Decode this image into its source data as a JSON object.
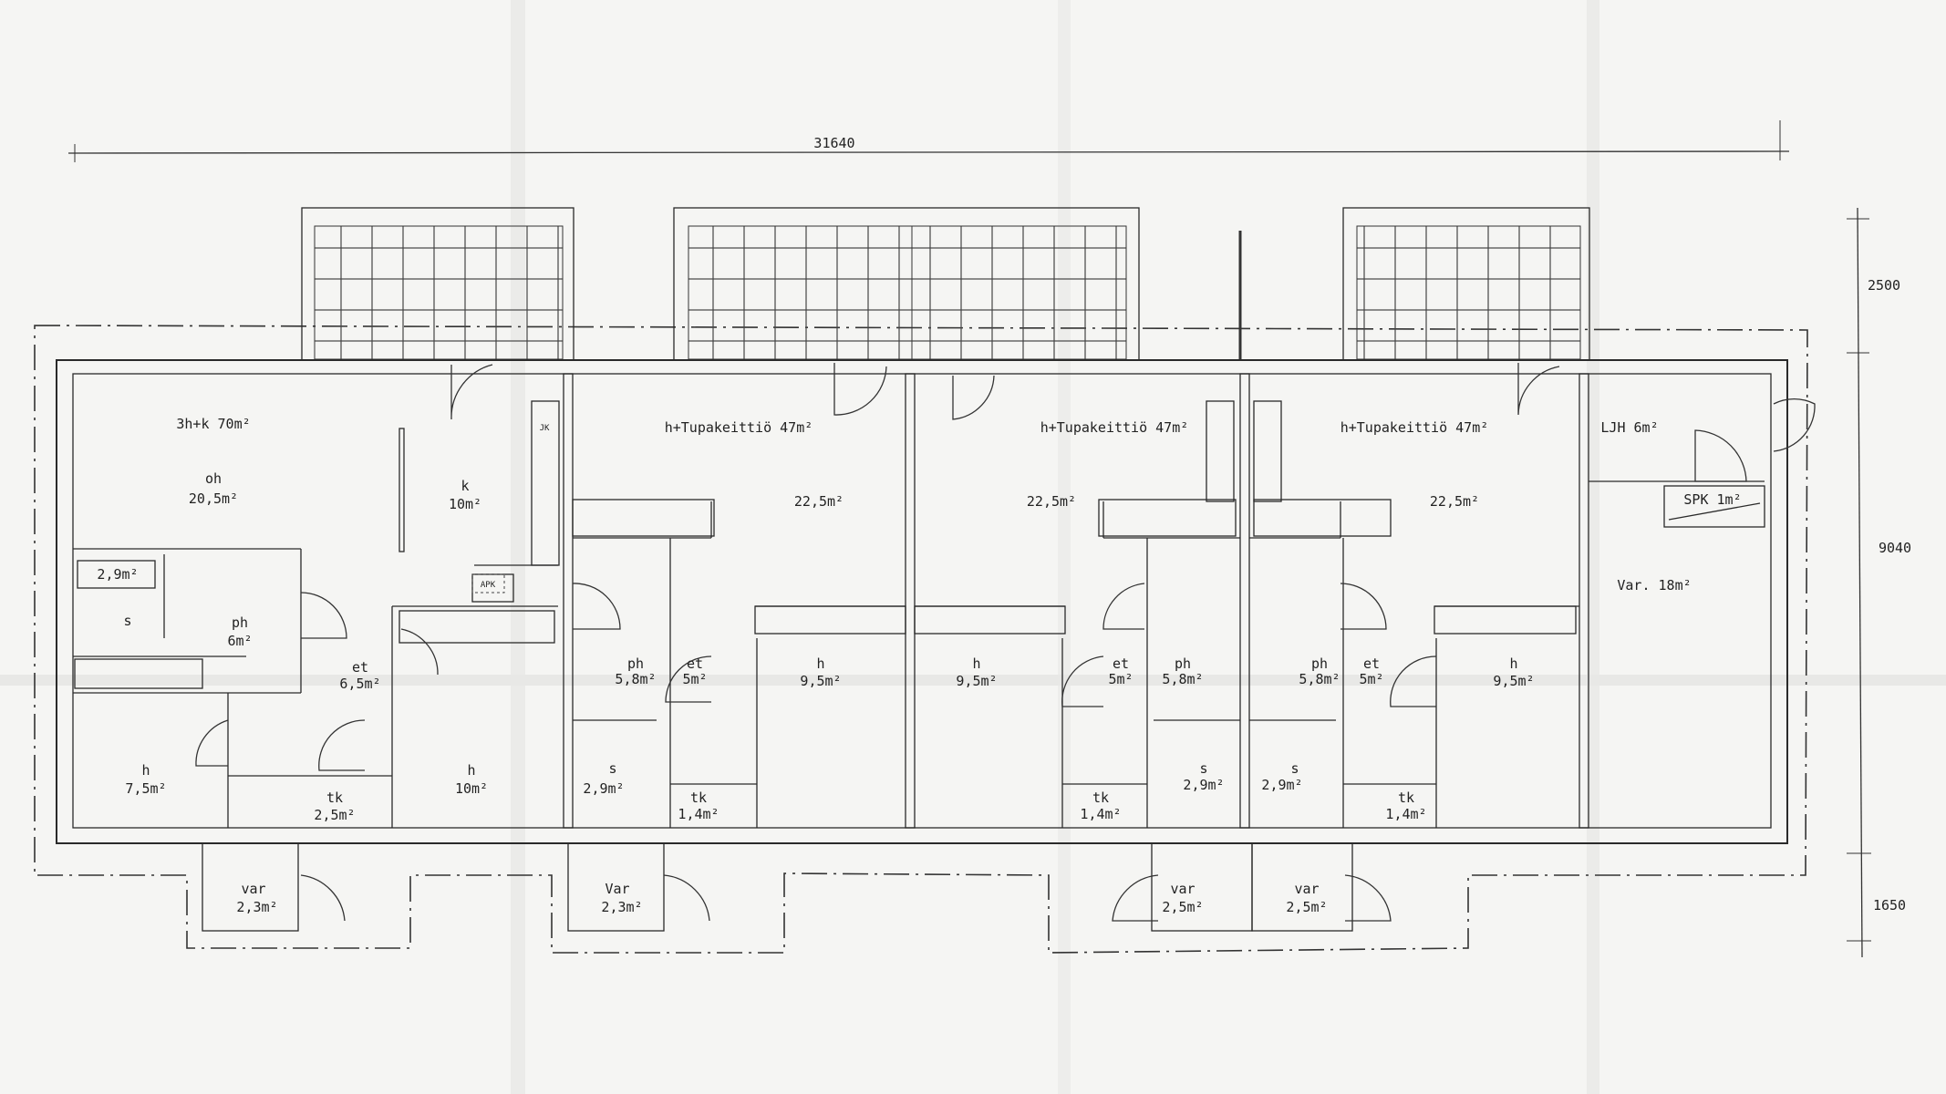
{
  "drawing": {
    "overall_width": "31640",
    "dims_right": [
      "2500",
      "9040",
      "1650"
    ]
  },
  "units": [
    {
      "title": "3h+k 70m²",
      "rooms": [
        {
          "name": "oh",
          "area": "20,5m²"
        },
        {
          "name": "k",
          "area": "10m²"
        },
        {
          "name": "",
          "area": "2,9m²"
        },
        {
          "name": "s",
          "area": ""
        },
        {
          "name": "ph",
          "area": "6m²"
        },
        {
          "name": "et",
          "area": "6,5m²"
        },
        {
          "name": "h",
          "area": "7,5m²"
        },
        {
          "name": "tk",
          "area": "2,5m²"
        },
        {
          "name": "h",
          "area": "10m²"
        },
        {
          "name": "var",
          "area": "2,3m²"
        }
      ]
    },
    {
      "title": "h+Tupakeittiö 47m²",
      "rooms": [
        {
          "name": "",
          "area": "22,5m²"
        },
        {
          "name": "ph",
          "area": "5,8m²"
        },
        {
          "name": "et",
          "area": "5m²"
        },
        {
          "name": "h",
          "area": "9,5m²"
        },
        {
          "name": "s",
          "area": "2,9m²"
        },
        {
          "name": "tk",
          "area": "1,4m²"
        },
        {
          "name": "Var",
          "area": "2,3m²"
        }
      ]
    },
    {
      "title": "h+Tupakeittiö 47m²",
      "rooms": [
        {
          "name": "",
          "area": "22,5m²"
        },
        {
          "name": "h",
          "area": "9,5m²"
        },
        {
          "name": "et",
          "area": "5m²"
        },
        {
          "name": "ph",
          "area": "5,8m²"
        },
        {
          "name": "s",
          "area": "2,9m²"
        },
        {
          "name": "tk",
          "area": "1,4m²"
        },
        {
          "name": "var",
          "area": "2,5m²"
        }
      ]
    },
    {
      "title": "h+Tupakeittiö 47m²",
      "rooms": [
        {
          "name": "",
          "area": "22,5m²"
        },
        {
          "name": "ph",
          "area": "5,8m²"
        },
        {
          "name": "et",
          "area": "5m²"
        },
        {
          "name": "h",
          "area": "9,5m²"
        },
        {
          "name": "s",
          "area": "2,9m²"
        },
        {
          "name": "tk",
          "area": "1,4m²"
        },
        {
          "name": "var",
          "area": "2,5m²"
        }
      ]
    }
  ],
  "service": {
    "ljh": "LJH 6m²",
    "spk": "SPK 1m²",
    "var": "Var. 18m²"
  },
  "fixtures": {
    "apk": "APK",
    "jk": "JK"
  }
}
